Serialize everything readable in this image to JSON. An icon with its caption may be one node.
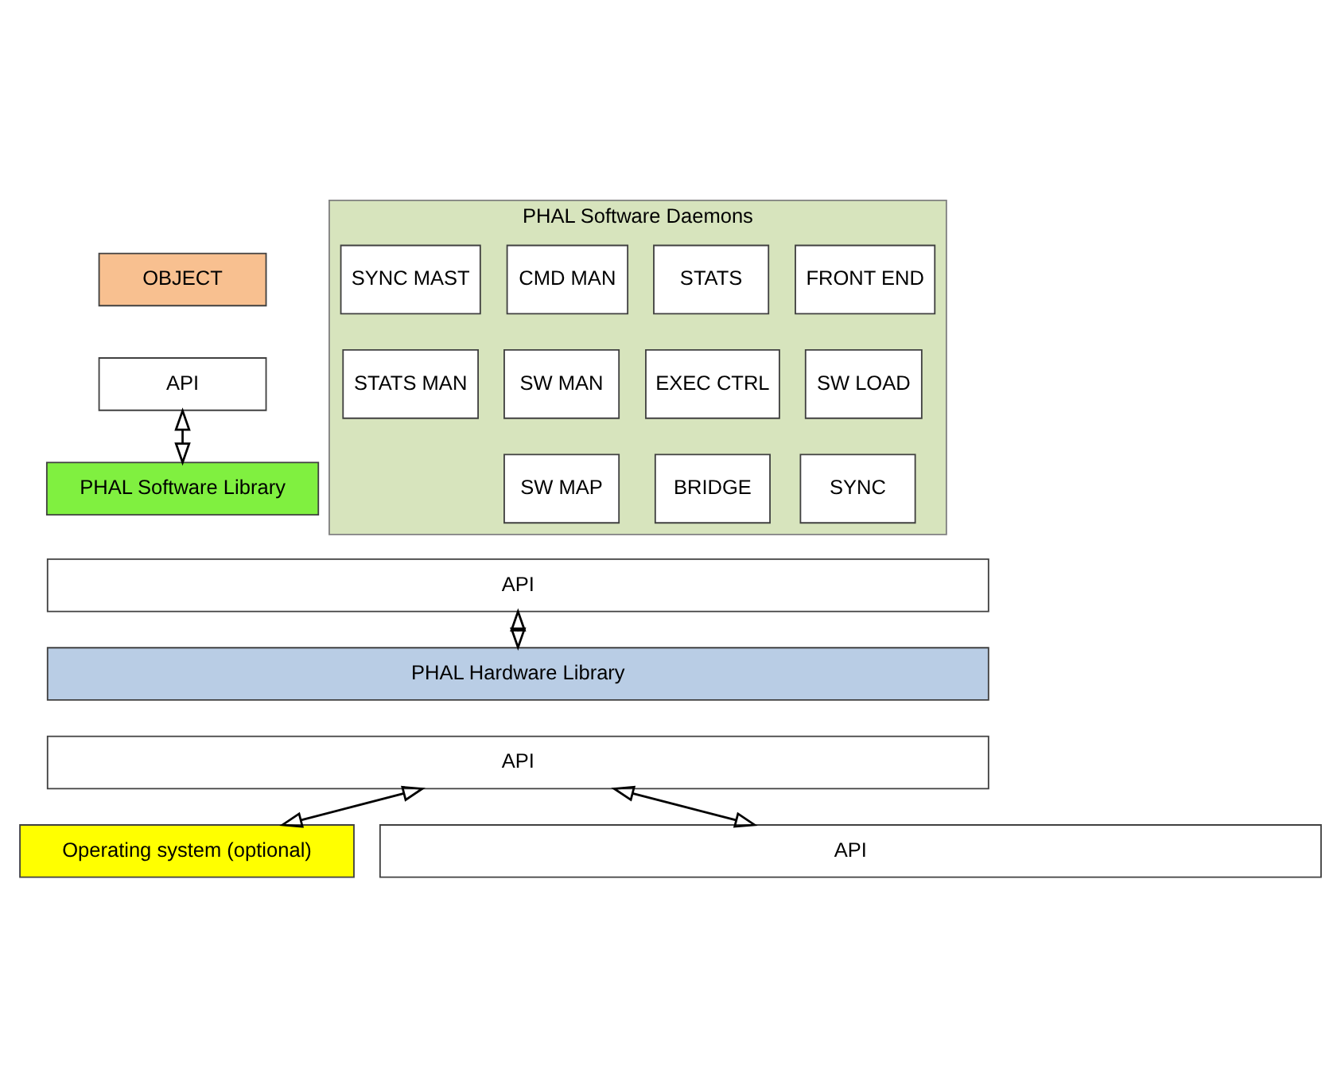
{
  "diagram": {
    "nodes": [
      {
        "text": [
          "OBJECT"
        ]
      },
      {
        "text": [
          "API"
        ]
      },
      {
        "text": [
          "PHAL Software Library"
        ]
      },
      {
        "text": [
          "PHAL Software Daemons"
        ]
      },
      {
        "text": [
          "FRONT END"
        ],
        "in": 3
      },
      {
        "text": [
          "STATS"
        ],
        "in": 3
      },
      {
        "text": [
          "CMD MAN"
        ],
        "in": 3
      },
      {
        "text": [
          "SYNC MAST"
        ],
        "in": 3
      },
      {
        "text": [
          "SW LOAD"
        ],
        "in": 3
      },
      {
        "text": [
          "EXEC CTRL"
        ],
        "in": 3
      },
      {
        "text": [
          "SW MAN"
        ],
        "in": 3
      },
      {
        "text": [
          "STATS MAN"
        ],
        "in": 3
      },
      {
        "text": [
          "SYNC"
        ],
        "in": 3
      },
      {
        "text": [
          "BRIDGE"
        ],
        "in": 3
      },
      {
        "text": [
          "SW MAP"
        ],
        "in": 3
      },
      {
        "text": [
          "API"
        ]
      },
      {
        "text": [
          "PHAL Hardware Library"
        ]
      },
      {
        "text": [
          "API"
        ]
      },
      {
        "text": [
          "Operating system (optional)"
        ]
      },
      {
        "text": [
          "API"
        ]
      }
    ],
    "edges": [
      {
        "from": 1,
        "to": 2,
        "arrow": "both"
      },
      {
        "from": 15,
        "to": 16,
        "arrow": "both"
      },
      {
        "from": 17,
        "to": 19,
        "arrow": "both"
      },
      {
        "from": 17,
        "to": 18,
        "arrow": "both"
      }
    ]
  }
}
